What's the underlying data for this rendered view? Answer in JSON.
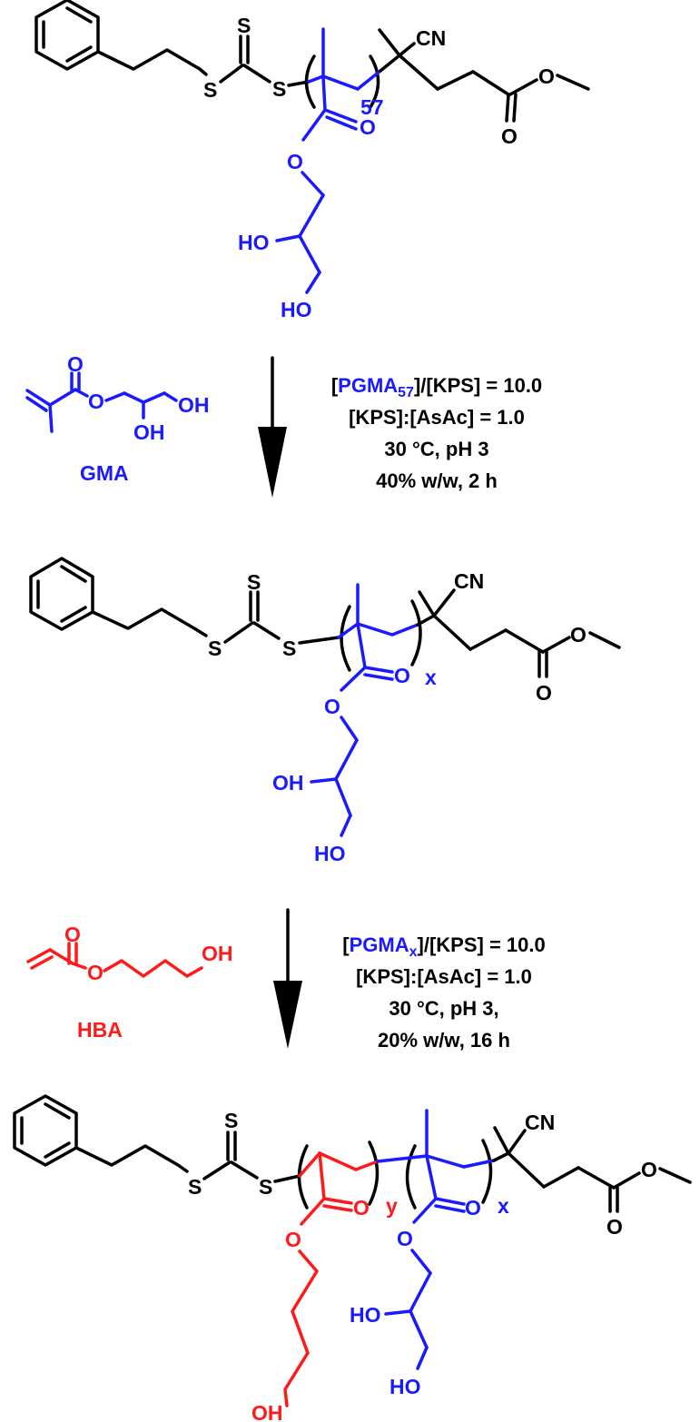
{
  "colors": {
    "gma": "#1a1aff",
    "hba": "#ff1a1a",
    "core": "#000000"
  },
  "atoms": {
    "S": "S",
    "O": "O",
    "CN": "CN",
    "HO": "HO",
    "OH": "OH"
  },
  "structure1": {
    "repeat": "57"
  },
  "step1": {
    "monomer": "GMA",
    "line1_open": "[",
    "line1_macro": "PGMA",
    "line1_sub": "57",
    "line1_close": "]",
    "line1_rest": "/[KPS] = 10.0",
    "line2": "[KPS]:[AsAc] = 1.0",
    "line3": "30 °C, pH 3",
    "line4": "40% w/w, 2 h"
  },
  "structure2": {
    "repeat": "x"
  },
  "step2": {
    "monomer": "HBA",
    "line1_open": "[",
    "line1_macro": "PGMA",
    "line1_sub": "x",
    "line1_close": "]",
    "line1_rest": "/[KPS] = 10.0",
    "line2": "[KPS]:[AsAc] = 1.0",
    "line3": "30 °C, pH 3,",
    "line4": "20% w/w, 16 h"
  },
  "structure3": {
    "repeat_hba": "y",
    "repeat_gma": "x"
  }
}
